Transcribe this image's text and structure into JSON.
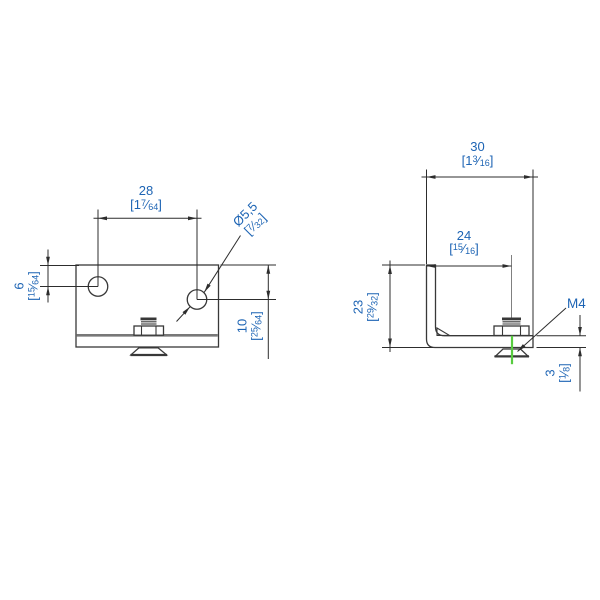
{
  "drawing": {
    "colors": {
      "background": "#ffffff",
      "dimension_text": "#1d64b4",
      "dim_line": "#2d2d2d",
      "part_line": "#383838",
      "thick_gray_line": "#787878",
      "centerline_gray": "#808080",
      "centerline_green": "#58cc40"
    },
    "views": {
      "front": {
        "hole_spacing": {
          "value": "28",
          "alt": {
            "open": "[",
            "whole": "1",
            "num": "7",
            "slash": "⁄",
            "den": "64",
            "close": "]"
          }
        },
        "hole_diameter": {
          "value": "Ø5,5",
          "alt": {
            "open": "[",
            "num": "7",
            "slash": "⁄",
            "den": "32",
            "close": "]"
          }
        },
        "left_hole_top_offset": {
          "value": "6",
          "alt": {
            "open": "[",
            "num": "15",
            "slash": "⁄",
            "den": "64",
            "close": "]"
          }
        },
        "right_hole_top_offset": {
          "value": "10",
          "alt": {
            "open": "[",
            "num": "25",
            "slash": "⁄",
            "den": "64",
            "close": "]"
          }
        }
      },
      "side": {
        "depth": {
          "value": "30",
          "alt": {
            "open": "[",
            "whole": "1",
            "num": "3",
            "slash": "⁄",
            "den": "16",
            "close": "]"
          }
        },
        "hole_center_offset": {
          "value": "24",
          "alt": {
            "open": "[",
            "num": "15",
            "slash": "⁄",
            "den": "16",
            "close": "]"
          }
        },
        "height": {
          "value": "23",
          "alt": {
            "open": "[",
            "num": "29",
            "slash": "⁄",
            "den": "32",
            "close": "]"
          }
        },
        "thickness": {
          "value": "3",
          "alt": {
            "open": "[",
            "num": "1",
            "slash": "⁄",
            "den": "8",
            "close": "]"
          }
        },
        "thread_size": {
          "value": "M4"
        }
      }
    }
  }
}
